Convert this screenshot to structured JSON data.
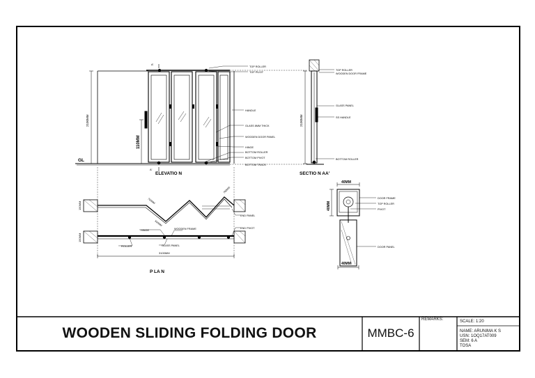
{
  "title_block": {
    "title": "WOODEN SLIDING FOLDING DOOR",
    "code": "MMBC-6",
    "remarks_label": "REMARKS:",
    "scale": "SCALE: 1:20",
    "name": "NAME: ARUNIMA K S",
    "usn": "USN: 1OQ17AT009",
    "sem": "SEM: 6 A",
    "org": "TOSA"
  },
  "elevation": {
    "heading": "ELEVATIO N",
    "gl": "GL",
    "height_dim": "2100MM",
    "handle_height_dim": "110MM",
    "section_mark_top": "A'",
    "section_mark_bottom": "A'",
    "labels": {
      "top_roller": "TOP ROLLER",
      "top_pivot": "TOP PIVOT",
      "handle": "HANDLE",
      "glass": "GLASS 8MM THICK",
      "wooden_door_panel": "WOODEN DOOR PANEL",
      "hinge": "HINGE",
      "bottom_roller": "BOTTOM ROLLER",
      "bottom_pivot": "BOTTOM PIVOT",
      "bottom_track": "BOTTOM TRACK"
    }
  },
  "section": {
    "heading": "SECTIO N  AA'",
    "height_dim": "2100MM",
    "labels": {
      "top_roller": "TOP ROLLER",
      "wooden_door_frame": "WOODEN DOOR FRAME",
      "glass_panel": "GLASS PANEL",
      "ss_handle": "SS HANDLE",
      "bottom_roller": "BOTTOM ROLLER"
    }
  },
  "plan": {
    "heading": "P LA N",
    "overall_dim": "3100MM",
    "wall_dim_top": "150MM",
    "wall_dim_bottom": "150MM",
    "fold_dim_1": "700MM",
    "fold_dim_2": "500MM",
    "fold_dim_3": "700MM",
    "labels": {
      "end_panel": "END PANEL",
      "hinge": "HINGE",
      "wooden_frame": "WOODEN FRAME",
      "end_pivot": "END PIVOT",
      "glass_panel": "GLASS PANEL",
      "roller": "ROLLER"
    }
  },
  "detail": {
    "top_dim": "40MM",
    "side_dim": "40MM",
    "bottom_dim": "40MM",
    "labels": {
      "door_frame": "DOOR FRAME",
      "top_roller": "TOP ROLLER",
      "pivot": "PIVOT",
      "door_panel": "DOOR PANEL"
    }
  }
}
